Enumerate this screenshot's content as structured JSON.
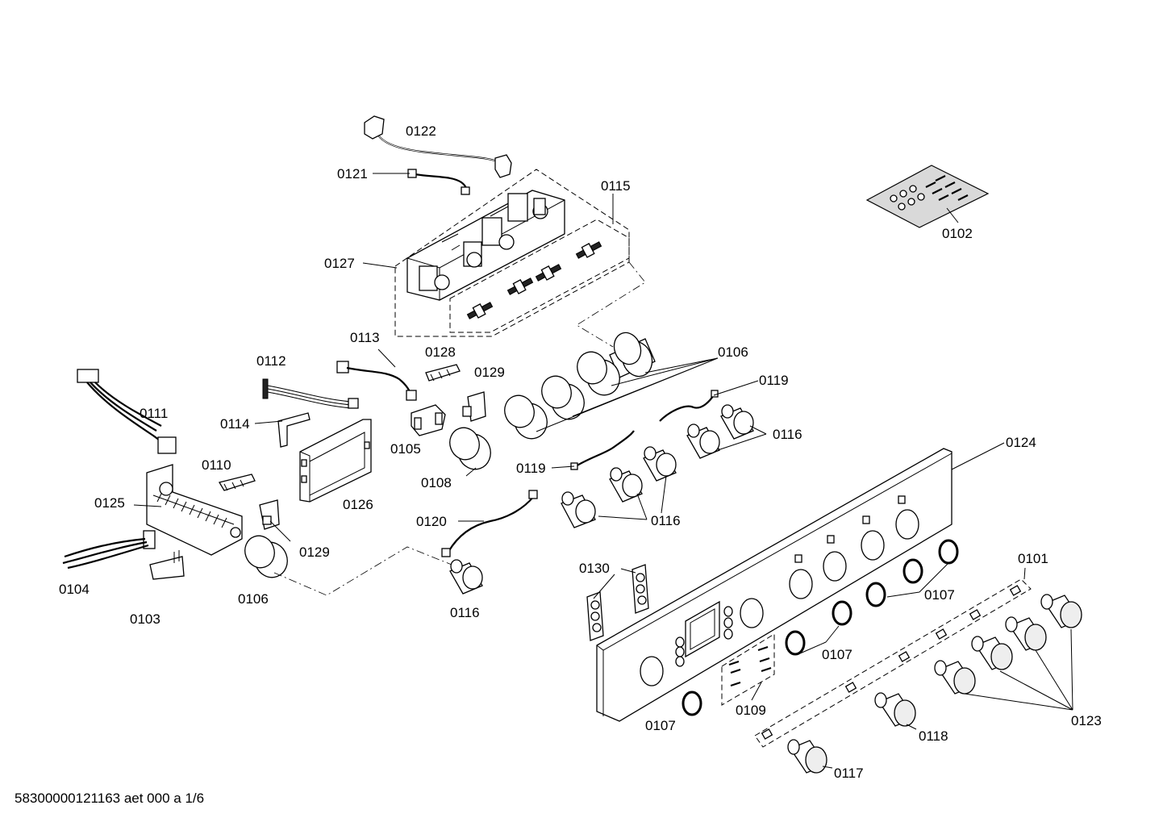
{
  "labels": {
    "p0101": "0101",
    "p0102": "0102",
    "p0103": "0103",
    "p0104": "0104",
    "p0105": "0105",
    "p0106a": "0106",
    "p0106b": "0106",
    "p0107a": "0107",
    "p0107b": "0107",
    "p0107c": "0107",
    "p0108": "0108",
    "p0109": "0109",
    "p0110": "0110",
    "p0111": "0111",
    "p0112": "0112",
    "p0113": "0113",
    "p0114": "0114",
    "p0115": "0115",
    "p0116a": "0116",
    "p0116b": "0116",
    "p0116c": "0116",
    "p0117": "0117",
    "p0118": "0118",
    "p0119a": "0119",
    "p0119b": "0119",
    "p0120": "0120",
    "p0121": "0121",
    "p0122": "0122",
    "p0123": "0123",
    "p0124": "0124",
    "p0125": "0125",
    "p0126": "0126",
    "p0127": "0127",
    "p0128": "0128",
    "p0129a": "0129",
    "p0129b": "0129"
  },
  "footer": {
    "doc_id": "58300000121163 aet 000 a 1/6"
  }
}
